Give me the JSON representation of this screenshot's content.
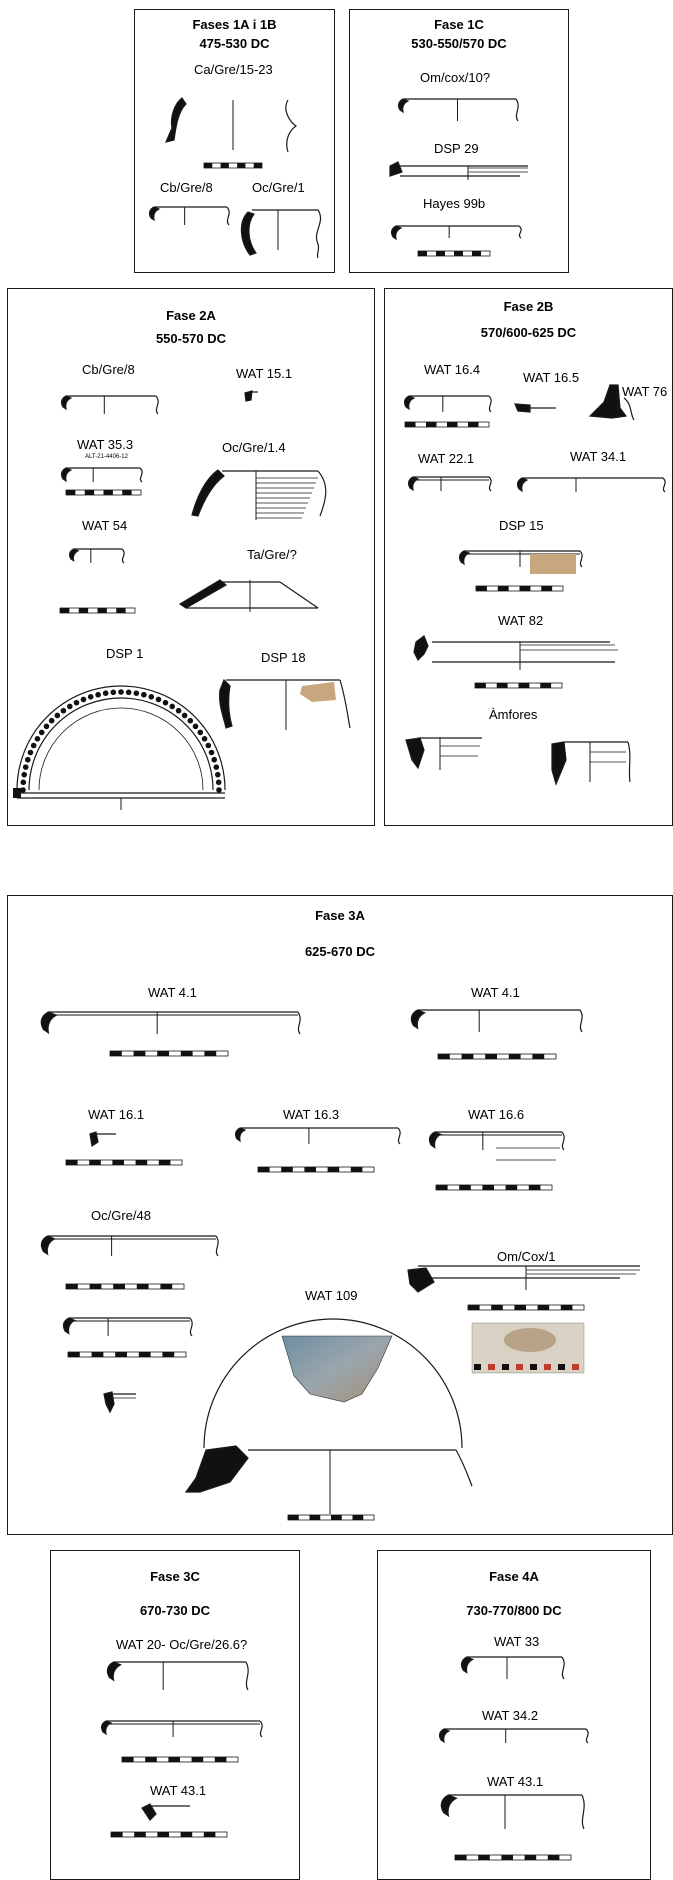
{
  "panels": {
    "p1": {
      "title": "Fases 1A i 1B",
      "dates": "475-530 DC"
    },
    "p2": {
      "title": "Fase 1C",
      "dates": "530-550/570 DC"
    },
    "p3": {
      "title": "Fase 2A",
      "dates": "550-570 DC"
    },
    "p4": {
      "title": "Fase 2B",
      "dates": "570/600-625 DC"
    },
    "p5": {
      "title": "Fase 3A",
      "dates": "625-670 DC"
    },
    "p6": {
      "title": "Fase 3C",
      "dates": "670-730 DC"
    },
    "p7": {
      "title": "Fase 4A",
      "dates": "730-770/800 DC"
    }
  },
  "labels": {
    "ca_gre_15_23": "Ca/Gre/15-23",
    "cb_gre_8_a": "Cb/Gre/8",
    "oc_gre_1": "Oc/Gre/1",
    "om_cox_10": "Om/cox/10?",
    "dsp_29": "DSP 29",
    "hayes_99b": "Hayes 99b",
    "cb_gre_8_b": "Cb/Gre/8",
    "wat_15_1": "WAT 15.1",
    "wat_35_3": "WAT 35.3",
    "wat_35_3_id": "ALT-21-4406-12",
    "oc_gre_1_4": "Oc/Gre/1.4",
    "wat_54": "WAT 54",
    "ta_gre": "Ta/Gre/?",
    "dsp_1": "DSP 1",
    "dsp_18": "DSP 18",
    "wat_16_4": "WAT 16.4",
    "wat_16_5": "WAT 16.5",
    "wat_76": "WAT 76",
    "wat_22_1": "WAT 22.1",
    "wat_34_1": "WAT 34.1",
    "dsp_15": "DSP 15",
    "wat_82": "WAT 82",
    "amfores": "Àmfores",
    "wat_4_1_a": "WAT 4.1",
    "wat_4_1_b": "WAT 4.1",
    "wat_16_1": "WAT 16.1",
    "wat_16_3": "WAT 16.3",
    "wat_16_6": "WAT 16.6",
    "oc_gre_48": "Oc/Gre/48",
    "om_cox_1": "Om/Cox/1",
    "wat_109": "WAT 109",
    "wat_20": "WAT 20- Oc/Gre/26.6?",
    "wat_43_1_a": "WAT 43.1",
    "wat_33": "WAT 33",
    "wat_34_2": "WAT 34.2",
    "wat_43_1_b": "WAT 43.1"
  },
  "colors": {
    "ink": "#1a1a1a",
    "sherd_tan": "#c9a77e",
    "sherd_blue": "#7f97a8",
    "photo_bg": "#d9d2c4"
  }
}
